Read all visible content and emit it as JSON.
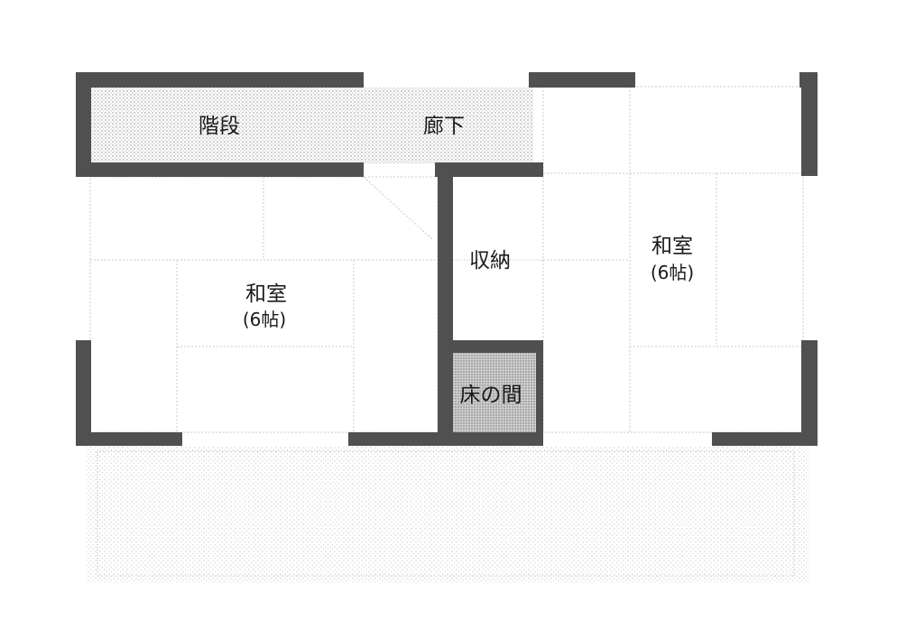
{
  "floor_plan": {
    "rooms": {
      "stairs": {
        "label": "階段"
      },
      "hallway": {
        "label": "廊下"
      },
      "washitsu_left": {
        "label": "和室",
        "size": "(6帖)"
      },
      "storage": {
        "label": "収納"
      },
      "tokonoma": {
        "label": "床の間"
      },
      "washitsu_right": {
        "label": "和室",
        "size": "(6帖)"
      }
    }
  },
  "colors": {
    "wall": "#505050",
    "stipple": "#9a9a9a",
    "tatami_line": "#c9c9c9"
  }
}
